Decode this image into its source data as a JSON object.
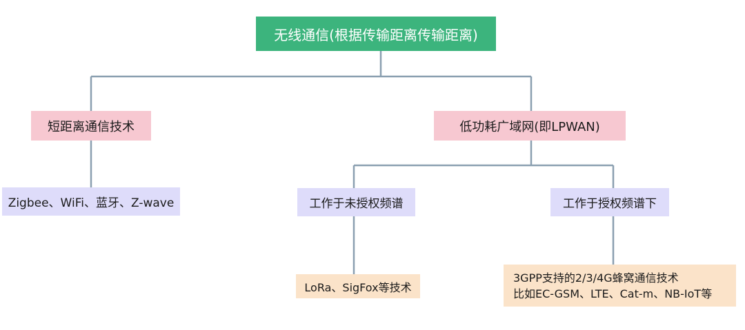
{
  "diagram": {
    "root": "无线通信(根据传输距离传输距离)",
    "short_range": {
      "label": "短距离通信技术",
      "example": "Zigbee、WiFi、蓝牙、Z-wave"
    },
    "lpwan": {
      "label": "低功耗广域网(即LPWAN)",
      "unlicensed": {
        "label": "工作于未授权频谱",
        "example": "LoRa、SigFox等技术"
      },
      "licensed": {
        "label": "工作于授权频谱下",
        "example_lines": [
          "3GPP支持的2/3/4G蜂窝通信技术",
          "比如EC-GSM、LTE、Cat-m、NB-IoT等"
        ]
      }
    },
    "colors": {
      "root": "#3cb47d",
      "level1": "#f7c8d1",
      "level2": "#dedcfa",
      "leaf": "#fbe3c9",
      "connector": "#8a9fb0"
    }
  }
}
